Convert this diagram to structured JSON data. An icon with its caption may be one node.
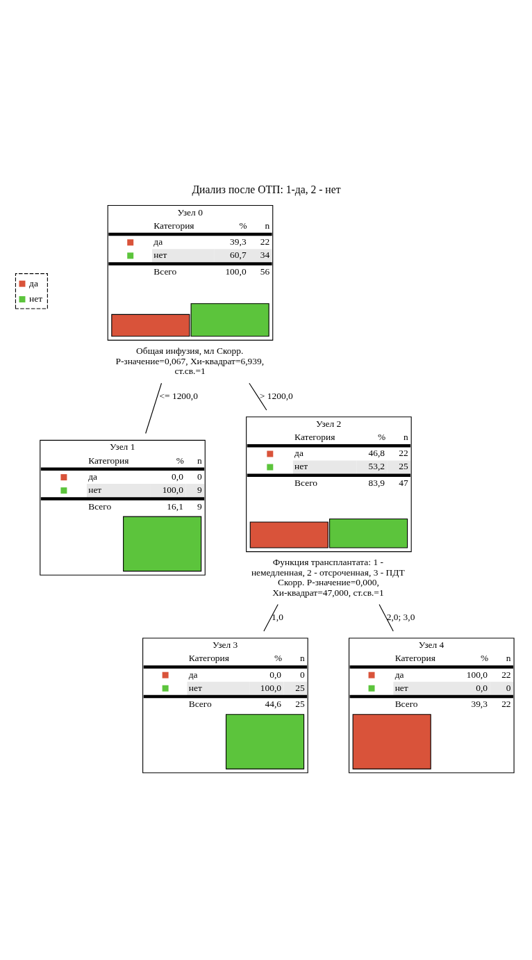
{
  "diagram": {
    "title": "Диализ после ОТП: 1-да, 2 - нет",
    "nodes": [
      {
        "text": [
          "Узел 0",
          "Категория",
          "%",
          "n",
          "да",
          "39,3",
          "22",
          "нет",
          "60,7",
          "34",
          "Всего",
          "100,0",
          "56"
        ],
        "beside": [
          "Общая инфузия, мл Скорр. P-значение=0,067, Хи-квадрат=6,939, ст.св.=1"
        ]
      },
      {
        "text": [
          "Узел 1",
          "Категория",
          "%",
          "n",
          "да",
          "0,0",
          "0",
          "нет",
          "100,0",
          "9",
          "Всего",
          "16,1",
          "9"
        ]
      },
      {
        "text": [
          "Узел 2",
          "Категория",
          "%",
          "n",
          "да",
          "46,8",
          "22",
          "нет",
          "53,2",
          "25",
          "Всего",
          "83,9",
          "47"
        ],
        "beside": [
          "Функция трансплантата: 1 - немедленная, 2 - отсроченная, 3 - ПДТ Скорр. P-значение=0,000, Хи-квадрат=47,000, ст.св.=1"
        ]
      },
      {
        "text": [
          "Узел 3",
          "Категория",
          "%",
          "n",
          "да",
          "0,0",
          "0",
          "нет",
          "100,0",
          "25",
          "Всего",
          "44,6",
          "25"
        ]
      },
      {
        "text": [
          "Узел 4",
          "Категория",
          "%",
          "n",
          "да",
          "100,0",
          "22",
          "нет",
          "0,0",
          "0",
          "Всего",
          "39,3",
          "22"
        ]
      }
    ],
    "edges": [
      {
        "from": 0,
        "to": 1,
        "arrow": "none",
        "label": "<= 1200,0"
      },
      {
        "from": 0,
        "to": 2,
        "arrow": "none",
        "label": "> 1200,0"
      },
      {
        "from": 2,
        "to": 3,
        "arrow": "none",
        "label": "1,0"
      },
      {
        "from": 2,
        "to": 4,
        "arrow": "none",
        "label": "2,0; 3,0"
      }
    ],
    "legend": [
      {
        "text": "да",
        "color": "#d9533a"
      },
      {
        "text": "нет",
        "color": "#5cc43c"
      }
    ]
  }
}
